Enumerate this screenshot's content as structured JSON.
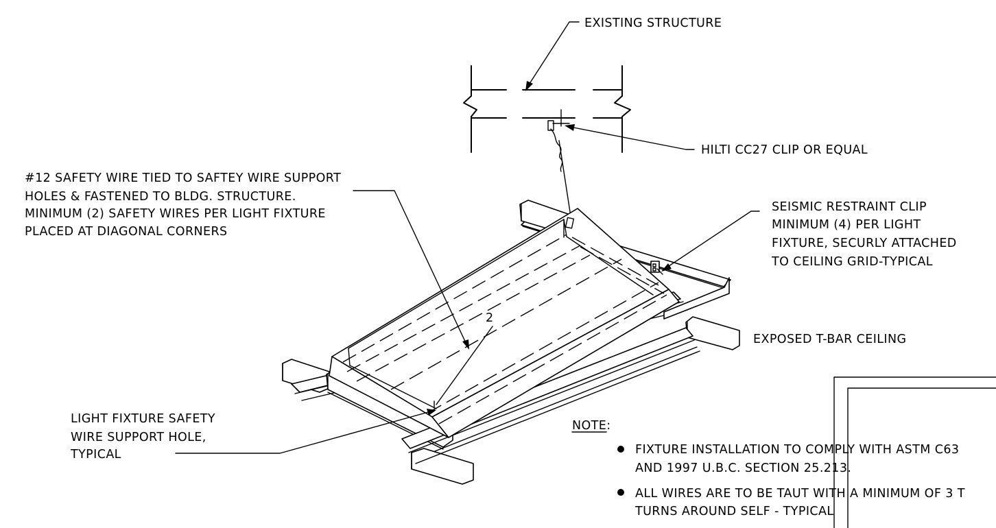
{
  "labels": {
    "existing_structure": "EXISTING STRUCTURE",
    "hilti_clip": "HILTI CC27 CLIP OR EQUAL",
    "safety_wire": [
      "#12 SAFETY WIRE TIED TO SAFTEY WIRE SUPPORT",
      "HOLES & FASTENED TO BLDG. STRUCTURE.",
      "MINIMUM (2) SAFETY WIRES PER LIGHT FIXTURE",
      "PLACED AT DIAGONAL CORNERS"
    ],
    "seismic_clip": [
      "SEISMIC RESTRAINT CLIP",
      "MINIMUM (4) PER LIGHT",
      "FIXTURE, SECURLY ATTACHED",
      "TO CEILING GRID-TYPICAL"
    ],
    "t_bar": "EXPOSED T-BAR CEILING",
    "support_hole": [
      "LIGHT FIXTURE SAFETY",
      "WIRE SUPPORT HOLE,",
      "TYPICAL"
    ],
    "wire_mark": "2"
  },
  "note": {
    "heading": "NOTE:",
    "items": [
      [
        "FIXTURE INSTALLATION TO COMPLY WITH ASTM C63",
        "AND 1997 U.B.C. SECTION 25.213."
      ],
      [
        "ALL WIRES ARE TO BE TAUT WITH A MINIMUM OF 3 T",
        "TURNS AROUND SELF - TYPICAL"
      ]
    ]
  }
}
